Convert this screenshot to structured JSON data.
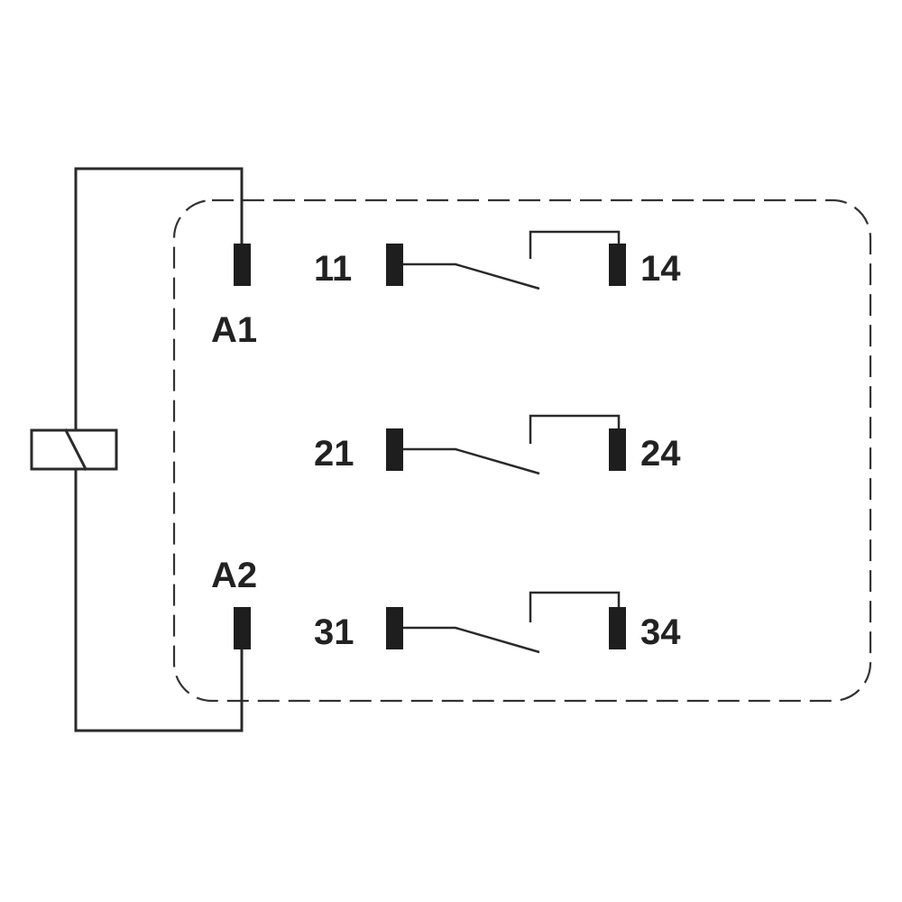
{
  "coil": {
    "terminal_top": "A1",
    "terminal_bottom": "A2"
  },
  "contacts": [
    {
      "common": "11",
      "normally_open": "14"
    },
    {
      "common": "21",
      "normally_open": "24"
    },
    {
      "common": "31",
      "normally_open": "34"
    }
  ],
  "colors": {
    "line": "#2a2a2a",
    "terminal": "#1e1e1e",
    "background": "#ffffff"
  }
}
